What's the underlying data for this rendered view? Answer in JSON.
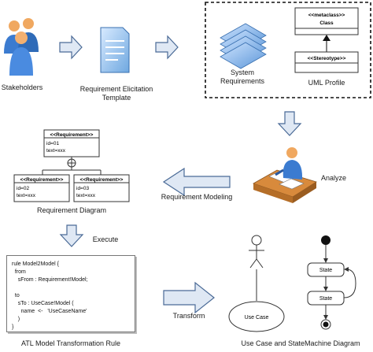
{
  "labels": {
    "stakeholders": "Stakeholders",
    "template_line1": "Requirement Elicitation",
    "template_line2": "Template",
    "system_req_line1": "System",
    "system_req_line2": "Requirements",
    "uml_profile": "UML Profile",
    "analyze": "Analyze",
    "requirement_modeling": "Requirement Modeling",
    "requirement_diagram": "Requirement Diagram",
    "execute": "Execute",
    "transform": "Transform",
    "atl_rule": "ATL Model Transformation Rule",
    "usecase_statemachine": "Use Case and StateMachine Diagram"
  },
  "uml_profile_box": {
    "metaclass_stereo": "<<metaclass>>",
    "metaclass_name": "Class",
    "stereotype_stereo": "<<Stereotype>>"
  },
  "requirement_diagram": {
    "parent": {
      "stereo": "<<Requirement>>",
      "id": "id=01",
      "text": "text=xxx"
    },
    "child_left": {
      "stereo": "<<Requirement>>",
      "id": "id=02",
      "text": "text=xxx"
    },
    "child_right": {
      "stereo": "<<Requirement>>",
      "id": "id=03",
      "text": "text=xxx"
    }
  },
  "atl_code": [
    "rule Model2Model {",
    "  from",
    "    sFrom : Requirement!Model;",
    "",
    "  to",
    "    sTo : UseCase!Model (",
    "      name  <-   'UseCaseName'",
    "    )",
    "}"
  ],
  "usecase": {
    "ellipse_label": "Use Case"
  },
  "statemachine": {
    "state1": "State",
    "state2": "State"
  },
  "colors": {
    "arrow_fill": "#dfe8f4",
    "arrow_stroke": "#4a6a96",
    "people_blue": "#3b7bd0",
    "people_orange": "#f0a860",
    "doc_blue": "#6fa8e0"
  }
}
